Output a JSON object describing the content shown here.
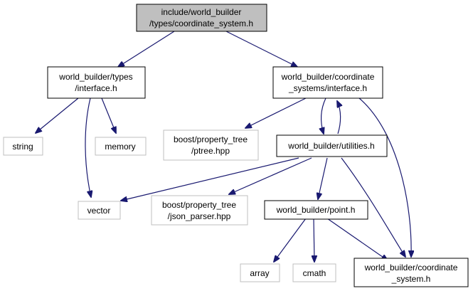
{
  "diagram": {
    "nodes": {
      "main": {
        "lines": [
          "include/world_builder",
          "/types/coordinate_system.h"
        ]
      },
      "types_interface": {
        "lines": [
          "world_builder/types",
          "/interface.h"
        ]
      },
      "cs_interface": {
        "lines": [
          "world_builder/coordinate",
          "_systems/interface.h"
        ]
      },
      "string": {
        "lines": [
          "string"
        ]
      },
      "memory": {
        "lines": [
          "memory"
        ]
      },
      "ptree": {
        "lines": [
          "boost/property_tree",
          "/ptree.hpp"
        ]
      },
      "utilities": {
        "lines": [
          "world_builder/utilities.h"
        ]
      },
      "vector": {
        "lines": [
          "vector"
        ]
      },
      "json_parser": {
        "lines": [
          "boost/property_tree",
          "/json_parser.hpp"
        ]
      },
      "point": {
        "lines": [
          "world_builder/point.h"
        ]
      },
      "array": {
        "lines": [
          "array"
        ]
      },
      "cmath": {
        "lines": [
          "cmath"
        ]
      },
      "coordinate_system": {
        "lines": [
          "world_builder/coordinate",
          "_system.h"
        ]
      }
    },
    "colors": {
      "edge": "#191970",
      "main_fill": "#bfbfbf",
      "system_border": "#bfbfbf",
      "local_border": "#000000"
    }
  }
}
